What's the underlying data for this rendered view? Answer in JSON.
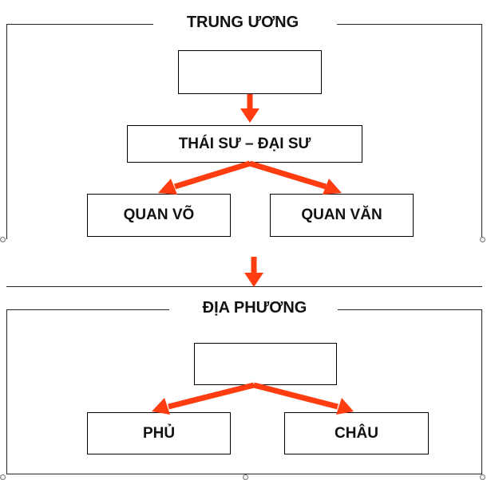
{
  "central": {
    "title": "TRUNG ƯƠNG",
    "top_box": "",
    "minister_box": "THÁI SƯ – ĐẠI SƯ",
    "military_box": "QUAN VÕ",
    "civil_box": "QUAN VĂN"
  },
  "local": {
    "title": "ĐỊA PHƯƠNG",
    "top_box": "",
    "phu_box": "PHỦ",
    "chau_box": "CHÂU"
  },
  "colors": {
    "arrow": "#ff3d10",
    "border": "#000000"
  }
}
